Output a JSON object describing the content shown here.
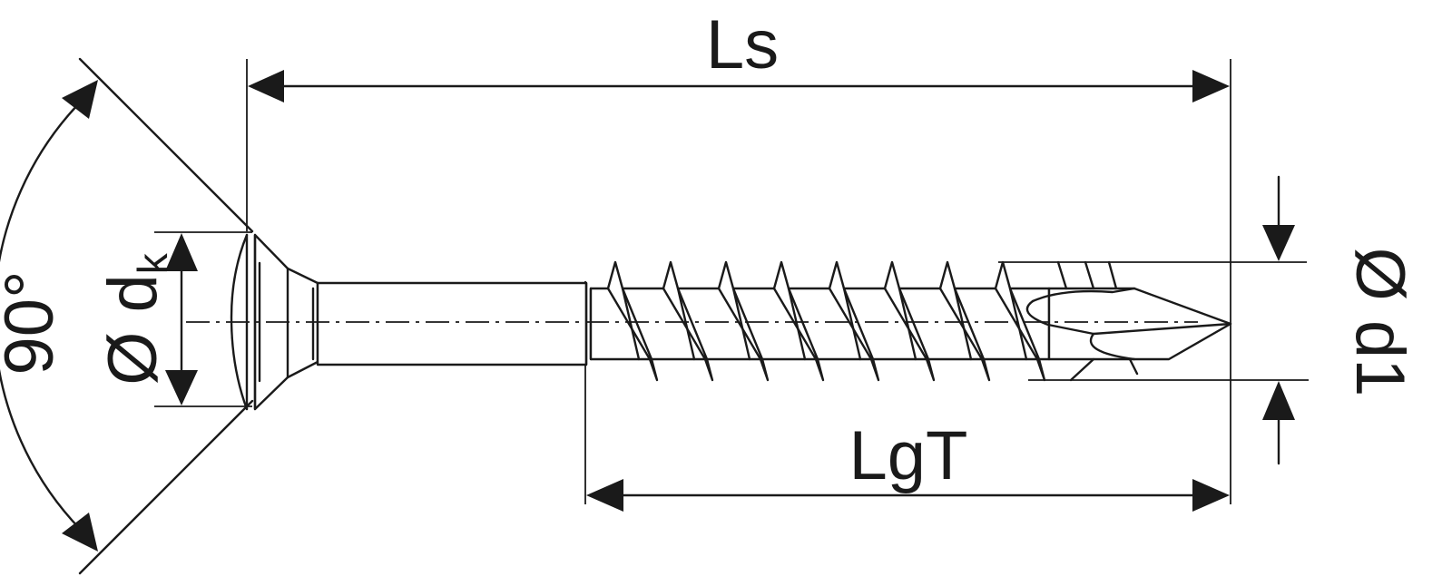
{
  "labels": {
    "overall_length": "Ls",
    "thread_length": "LgT",
    "head_diameter_symbol": "Ø d",
    "head_diameter_subscript": "k",
    "thread_diameter": "Ø d1",
    "head_angle": "90°"
  },
  "colors": {
    "line": "#1a1a1a",
    "background": "#ffffff"
  }
}
